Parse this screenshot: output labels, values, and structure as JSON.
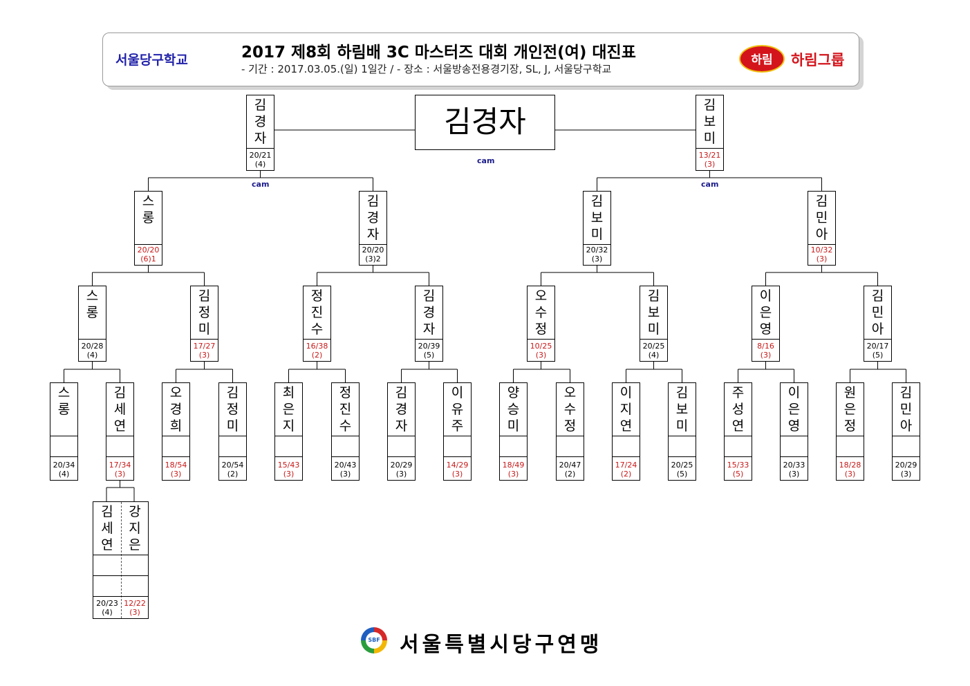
{
  "header": {
    "org": "서울당구학교",
    "title": "2017 제8회 하림배 3C 마스터즈 대회 개인전(여) 대진표",
    "subtitle": "-  기간 : 2017.03.05.(일)  1일간  /  -  장소 : 서울방송전용경기장, SL, J, 서울당구학교",
    "sponsor_logo": "하림",
    "sponsor_name": "하림그룹"
  },
  "champion": "김경자",
  "cam_label": "cam",
  "semifinal": [
    {
      "name": "김경자",
      "score": "20/21",
      "inning": "(4)",
      "lost": false
    },
    {
      "name": "김보미",
      "score": "13/21",
      "inning": "(3)",
      "lost": true
    }
  ],
  "quarterfinal": [
    {
      "name": "스롱",
      "score": "20/20",
      "inning": "(6)1",
      "lost": true
    },
    {
      "name": "김경자",
      "score": "20/20",
      "inning": "(3)2",
      "lost": false
    },
    {
      "name": "김보미",
      "score": "20/32",
      "inning": "(3)",
      "lost": false
    },
    {
      "name": "김민아",
      "score": "10/32",
      "inning": "(3)",
      "lost": true
    }
  ],
  "round_of_16": [
    {
      "name": "스롱",
      "score": "20/28",
      "inning": "(4)",
      "lost": false
    },
    {
      "name": "김정미",
      "score": "17/27",
      "inning": "(3)",
      "lost": true
    },
    {
      "name": "정진수",
      "score": "16/38",
      "inning": "(2)",
      "lost": true
    },
    {
      "name": "김경자",
      "score": "20/39",
      "inning": "(5)",
      "lost": false
    },
    {
      "name": "오수정",
      "score": "10/25",
      "inning": "(3)",
      "lost": true
    },
    {
      "name": "김보미",
      "score": "20/25",
      "inning": "(4)",
      "lost": false
    },
    {
      "name": "이은영",
      "score": "8/16",
      "inning": "(3)",
      "lost": true
    },
    {
      "name": "김민아",
      "score": "20/17",
      "inning": "(5)",
      "lost": false
    }
  ],
  "round_of_32": [
    {
      "name": "스롱",
      "score": "20/34",
      "inning": "(4)",
      "lost": false
    },
    {
      "name": "김세연",
      "score": "17/34",
      "inning": "(3)",
      "lost": true
    },
    {
      "name": "오경희",
      "score": "18/54",
      "inning": "(3)",
      "lost": true
    },
    {
      "name": "김정미",
      "score": "20/54",
      "inning": "(2)",
      "lost": false
    },
    {
      "name": "최은지",
      "score": "15/43",
      "inning": "(3)",
      "lost": true
    },
    {
      "name": "정진수",
      "score": "20/43",
      "inning": "(3)",
      "lost": false
    },
    {
      "name": "김경자",
      "score": "20/29",
      "inning": "(3)",
      "lost": false
    },
    {
      "name": "이유주",
      "score": "14/29",
      "inning": "(3)",
      "lost": true
    },
    {
      "name": "양승미",
      "score": "18/49",
      "inning": "(3)",
      "lost": true
    },
    {
      "name": "오수정",
      "score": "20/47",
      "inning": "(2)",
      "lost": false
    },
    {
      "name": "이지연",
      "score": "17/24",
      "inning": "(2)",
      "lost": true
    },
    {
      "name": "김보미",
      "score": "20/25",
      "inning": "(5)",
      "lost": false
    },
    {
      "name": "주성연",
      "score": "15/33",
      "inning": "(5)",
      "lost": true
    },
    {
      "name": "이은영",
      "score": "20/33",
      "inning": "(3)",
      "lost": false
    },
    {
      "name": "원은정",
      "score": "18/28",
      "inning": "(3)",
      "lost": true
    },
    {
      "name": "김민아",
      "score": "20/29",
      "inning": "(3)",
      "lost": false
    }
  ],
  "preliminary": [
    {
      "name": "김세연",
      "score": "20/23",
      "inning": "(4)",
      "lost": false
    },
    {
      "name": "강지은",
      "score": "12/22",
      "inning": "(3)",
      "lost": true
    }
  ],
  "footer": {
    "emblem_text": "SBF",
    "federation": "서울특별시당구연맹"
  },
  "colors": {
    "loser_score": "#c81818",
    "org_text": "#2222aa",
    "brand": "#d4141b"
  }
}
